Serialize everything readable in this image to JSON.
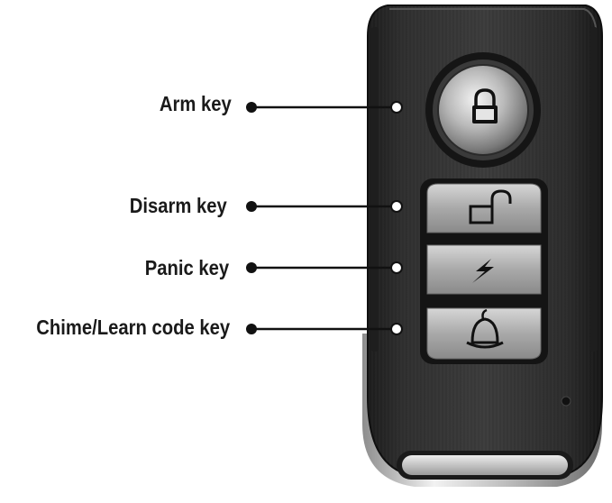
{
  "callouts": [
    {
      "id": "arm",
      "label": "Arm key"
    },
    {
      "id": "disarm",
      "label": "Disarm key"
    },
    {
      "id": "panic",
      "label": "Panic key"
    },
    {
      "id": "chime",
      "label": "Chime/Learn code key"
    }
  ],
  "icons": {
    "arm_button": "lock-closed-icon",
    "disarm_button": "lock-open-icon",
    "panic_button": "lightning-icon",
    "chime_button": "bell-icon"
  },
  "colors": {
    "body": "#2a2a2a",
    "label_text": "#1a1a1a",
    "leader_line": "#111111",
    "callout_dot_inner": "#ffffff",
    "button_metal": "#b8b8b8",
    "chrome": "#d8d8d8"
  }
}
